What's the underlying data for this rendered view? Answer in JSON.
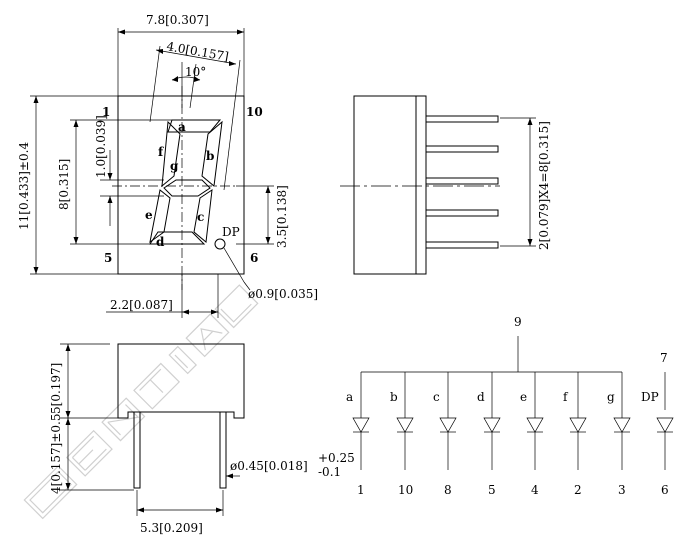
{
  "front_view": {
    "width_dim": "7.8[0.307]",
    "segment_width_dim": "4.0[0.157]",
    "slant_angle": "10°",
    "pin1_label": "1",
    "pin10_label": "10",
    "pin5_label": "5",
    "pin6_label": "6",
    "seg_a": "a",
    "seg_b": "b",
    "seg_c": "c",
    "seg_d": "d",
    "seg_e": "e",
    "seg_f": "f",
    "seg_g": "g",
    "dp_label": "DP",
    "height_dim": "11[0.433]±0.4",
    "digit_height_dim": "8[0.315]",
    "segment_thickness_dim": "1.0[0.039]",
    "lower_dim": "3.5[0.138]",
    "dp_diameter_dim": "ø0.9[0.035]",
    "pin_offset_dim": "2.2[0.087]"
  },
  "side_view": {
    "pitch_dim": "2[0.079]X4=8[0.315]"
  },
  "bottom_view": {
    "body_height_dim": "5[0.197]",
    "pin_length_dim": "4[0.157]±0.5",
    "pin_diameter_dim": "ø0.45[0.018]",
    "tol_plus": "+0.25",
    "tol_minus": "-0.1",
    "row_spacing_dim": "5.3[0.209]"
  },
  "schematic": {
    "common_pin": "9",
    "dp_common_pin": "7",
    "segments": [
      {
        "name": "a",
        "pin": "1"
      },
      {
        "name": "b",
        "pin": "10"
      },
      {
        "name": "c",
        "pin": "8"
      },
      {
        "name": "d",
        "pin": "5"
      },
      {
        "name": "e",
        "pin": "4"
      },
      {
        "name": "f",
        "pin": "2"
      },
      {
        "name": "g",
        "pin": "3"
      },
      {
        "name": "DP",
        "pin": "6"
      }
    ]
  }
}
